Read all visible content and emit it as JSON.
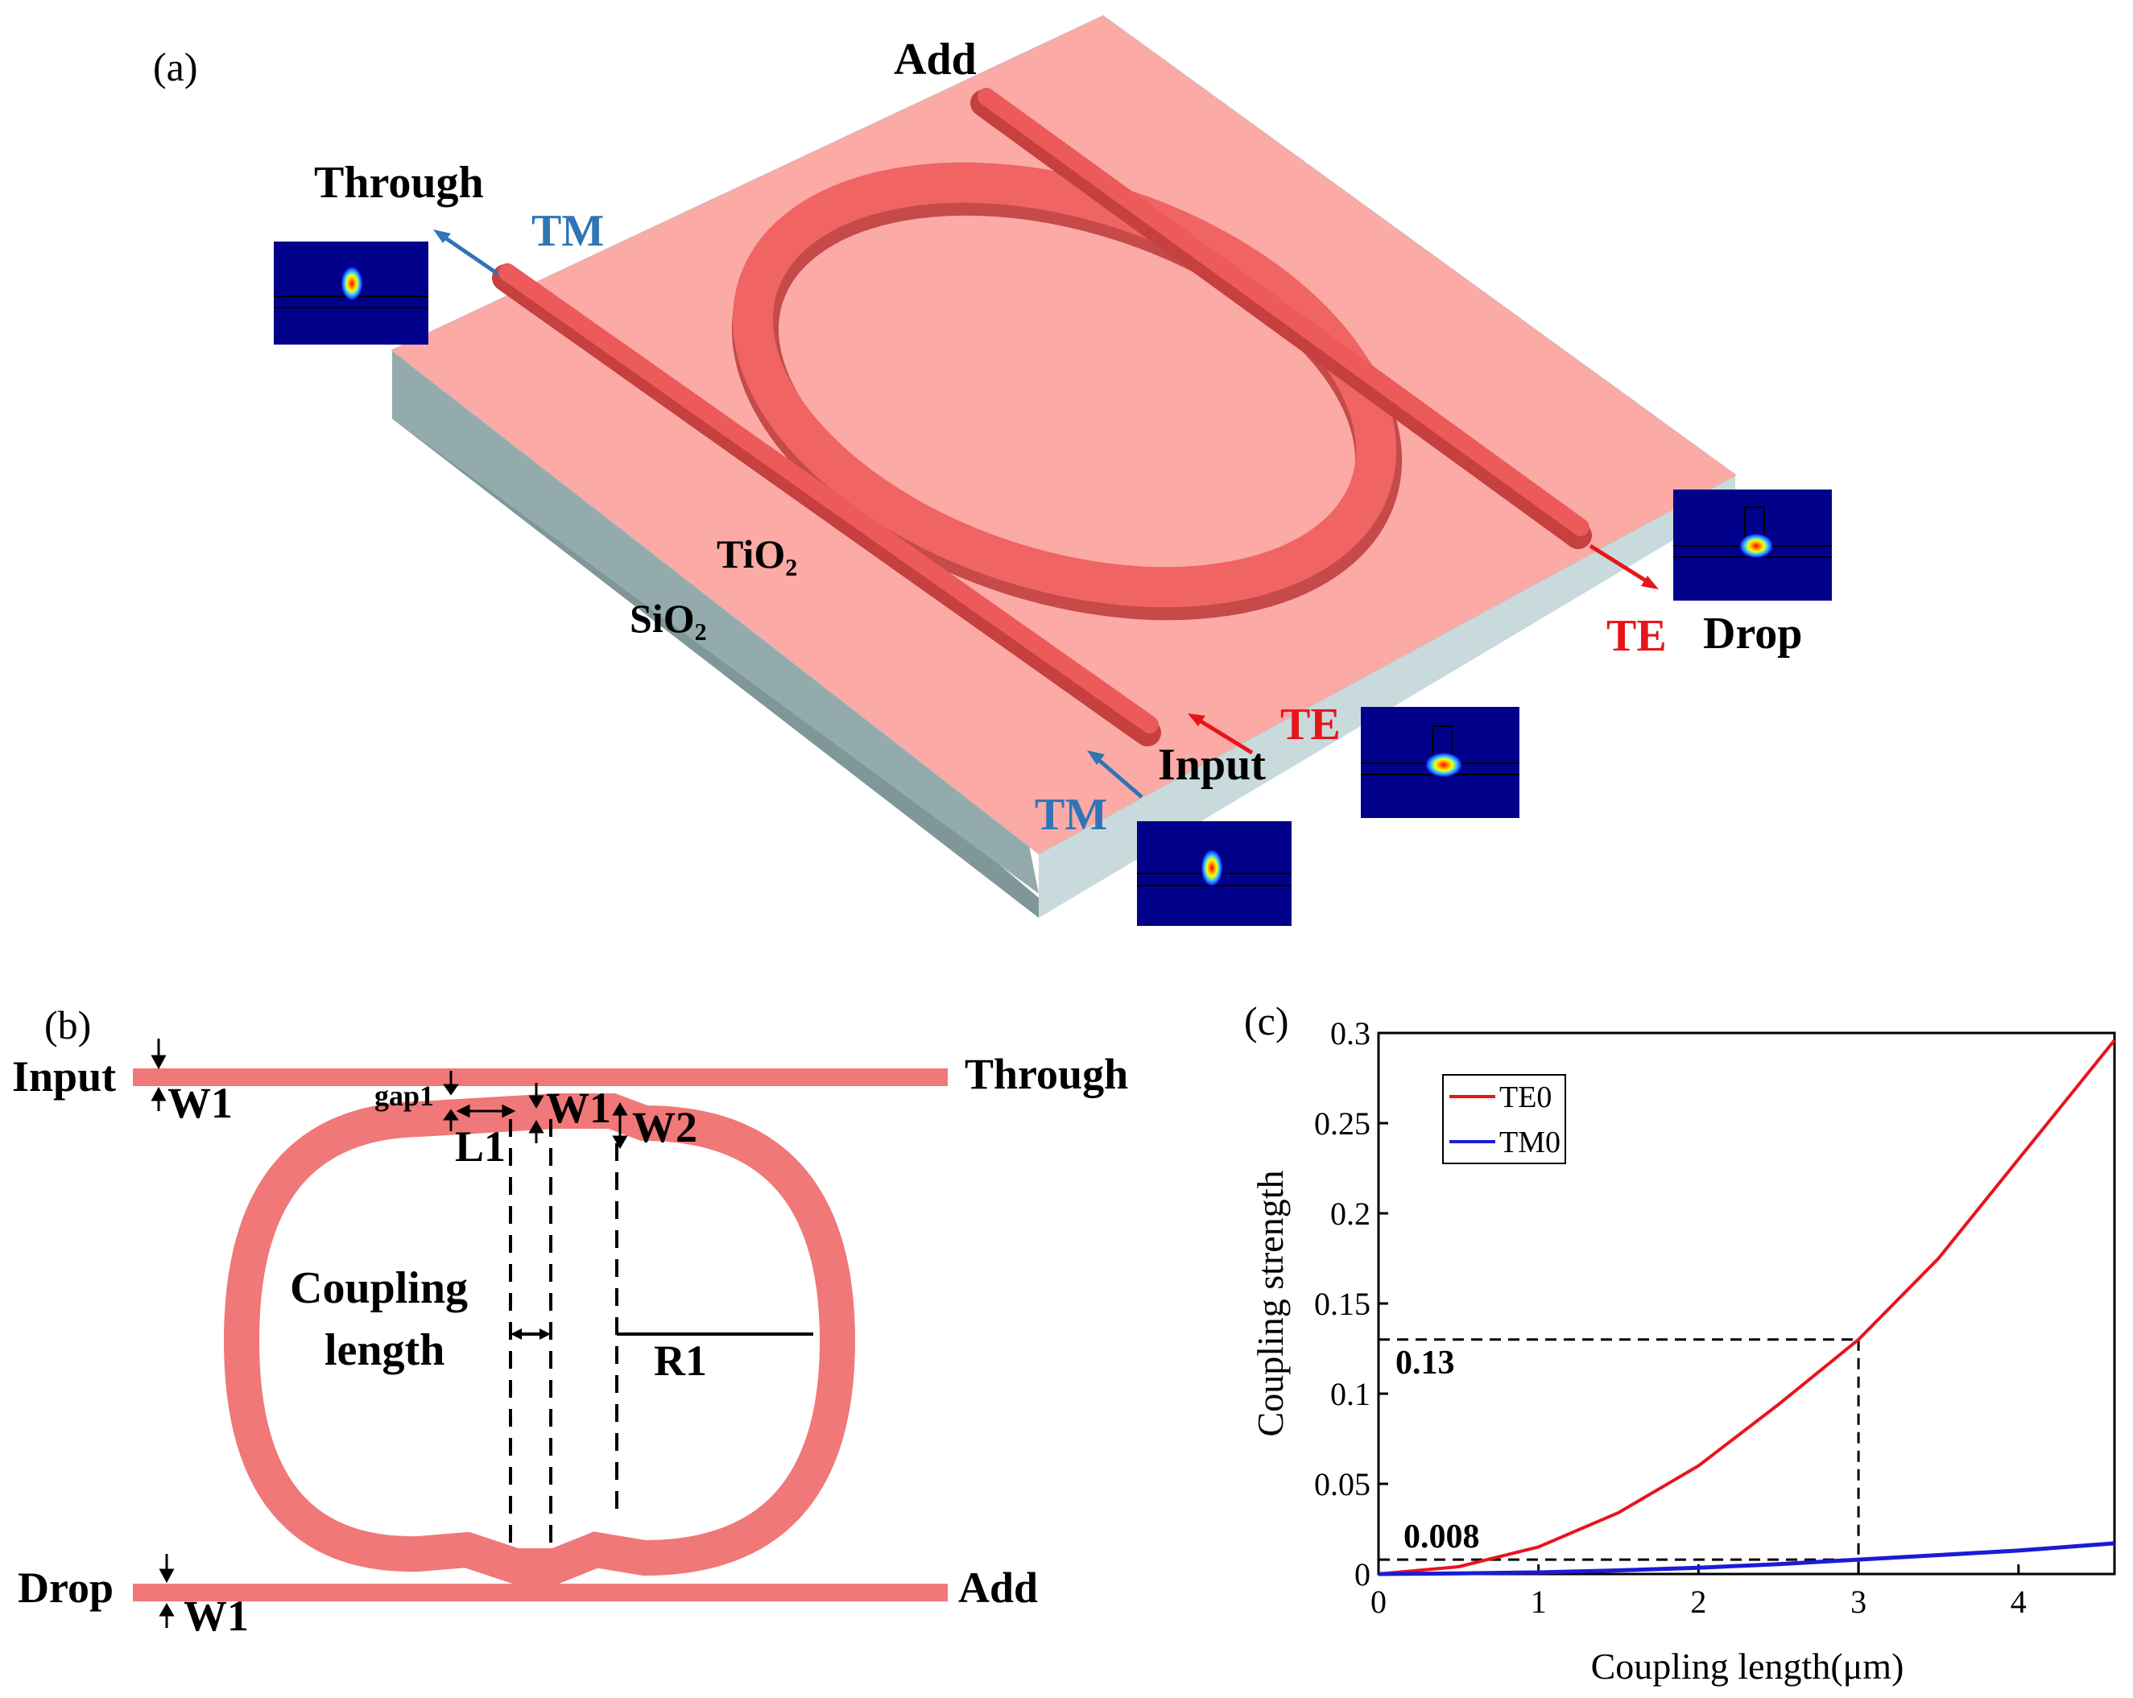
{
  "panel_a": {
    "letter": "(a)",
    "add": "Add",
    "through": "Through",
    "tm_through": "TM",
    "tio2": "TiO₂",
    "sio2": "SiO₂",
    "te_input": "TE",
    "input": "Input",
    "tm_input": "TM",
    "te_drop": "TE",
    "drop": "Drop"
  },
  "panel_b": {
    "letter": "(b)",
    "input": "Input",
    "w1_top": "W1",
    "through": "Through",
    "gap1": "gap1",
    "w1_mid": "W1",
    "w2": "W2",
    "l1": "L1",
    "coupling_line1": "Coupling",
    "coupling_line2": "length",
    "r1": "R1",
    "drop": "Drop",
    "w1_bottom": "W1",
    "add": "Add"
  },
  "panel_c": {
    "letter": "(c)",
    "annot_013": "0.13",
    "annot_0008": "0.008"
  },
  "colors": {
    "ring": "#f07878",
    "slab_top": "#fbaaa6",
    "slab_side": "#8ea6a8",
    "mode_bg": "#00008b",
    "te_curve": "#e8141c",
    "tm_curve": "#1b1bd6",
    "tm_text": "#2e75b6"
  },
  "chart_data": {
    "type": "line",
    "xlabel": "Coupling length(μm)",
    "ylabel": "Coupling strength",
    "xlim": [
      0,
      4.6
    ],
    "ylim": [
      0,
      0.3
    ],
    "xticks": [
      "0",
      "1",
      "2",
      "3",
      "4"
    ],
    "yticks": [
      "0",
      "0.05",
      "0.1",
      "0.15",
      "0.2",
      "0.25",
      "0.3"
    ],
    "grid": false,
    "legend_position": "top-left",
    "x": [
      0,
      0.5,
      1,
      1.5,
      2,
      2.5,
      3,
      3.5,
      4,
      4.6
    ],
    "series": [
      {
        "name": "TE0",
        "color": "#e8141c",
        "values": [
          0,
          0.004,
          0.015,
          0.034,
          0.06,
          0.094,
          0.13,
          0.175,
          0.23,
          0.296
        ]
      },
      {
        "name": "TM0",
        "color": "#1b1bd6",
        "values": [
          0,
          0.0003,
          0.0009,
          0.002,
          0.0035,
          0.0055,
          0.008,
          0.0105,
          0.013,
          0.017
        ]
      }
    ]
  }
}
